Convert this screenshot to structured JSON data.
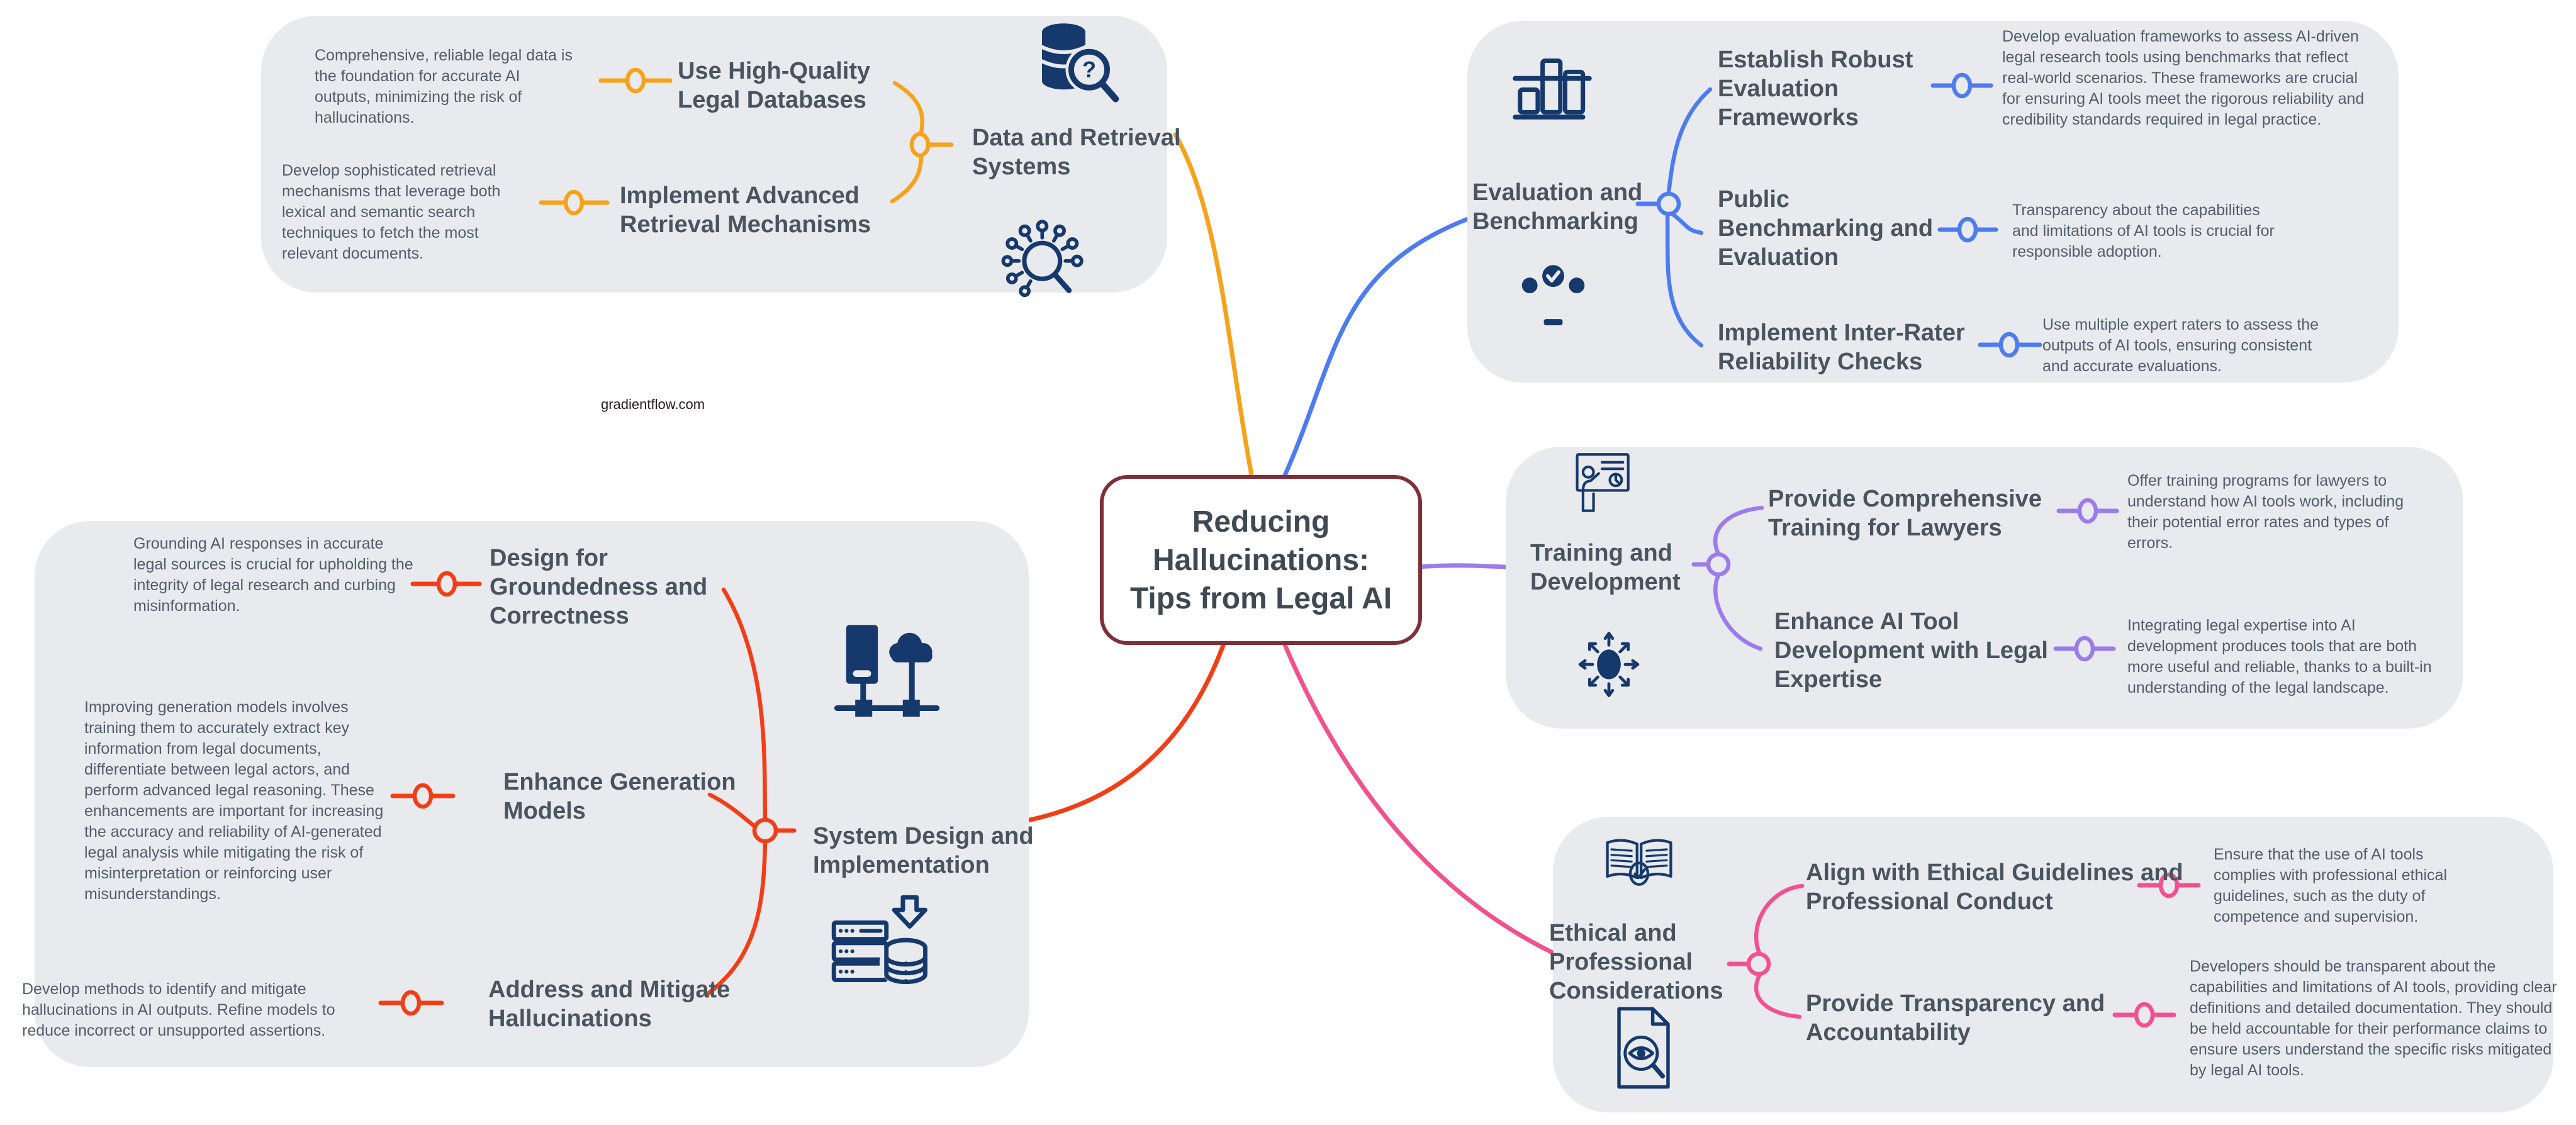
{
  "watermark": "gradientflow.com",
  "central": {
    "title": "Reducing Hallucinations: Tips from Legal AI",
    "title_lines": [
      "Reducing",
      "Hallucinations:",
      "Tips from Legal AI"
    ],
    "border_color": "#7E2F38"
  },
  "colors": {
    "card_background": "#E9EAEE",
    "icon_navy": "#16396D",
    "label_ink": "#49545F",
    "description_ink": "#535E6B"
  },
  "branches": {
    "data_retrieval": {
      "label": "Data and Retrieval Systems",
      "color": "#F5A31C",
      "icons": [
        "database-search-icon",
        "semantic-search-icon"
      ],
      "subtopics": [
        {
          "label": "Use High-Quality Legal Databases",
          "description": "Comprehensive, reliable legal data is the foundation for accurate AI outputs, minimizing the risk of hallucinations."
        },
        {
          "label": "Implement Advanced Retrieval Mechanisms",
          "description": "Develop sophisticated retrieval mechanisms that leverage both lexical and semantic search techniques to fetch the most relevant documents."
        }
      ]
    },
    "evaluation": {
      "label": "Evaluation and Benchmarking",
      "color": "#4D7CF0",
      "icons": [
        "bar-chart-icon",
        "people-check-icon"
      ],
      "subtopics": [
        {
          "label": "Establish Robust Evaluation Frameworks",
          "description": "Develop evaluation frameworks to assess AI-driven legal research tools using benchmarks that reflect real-world scenarios. These frameworks are crucial for ensuring AI tools meet the rigorous reliability and credibility standards required in legal practice."
        },
        {
          "label": "Public Benchmarking and Evaluation",
          "description": "Transparency about the capabilities and limitations of AI tools is crucial for responsible adoption."
        },
        {
          "label": "Implement Inter-Rater Reliability Checks",
          "description": "Use multiple expert raters to assess the outputs of AI tools, ensuring consistent and accurate evaluations."
        }
      ]
    },
    "training": {
      "label": "Training and Development",
      "color": "#9C7BEC",
      "icons": [
        "presentation-icon",
        "radiating-dot-icon"
      ],
      "subtopics": [
        {
          "label": "Provide Comprehensive Training for Lawyers",
          "description": "Offer training programs for lawyers to understand how AI tools work, including their potential error rates and types of errors."
        },
        {
          "label": "Enhance AI Tool Development with Legal Expertise",
          "description": "Integrating legal expertise into AI development produces tools that are both more useful and reliable, thanks to a built-in understanding of the legal landscape."
        }
      ]
    },
    "system_design": {
      "label": "System Design and Implementation",
      "color": "#F23E16",
      "icons": [
        "server-cloud-icon",
        "database-download-icon"
      ],
      "subtopics": [
        {
          "label": "Design for Groundedness and Correctness",
          "description": "Grounding AI responses in accurate legal sources is crucial for upholding the integrity of legal research and curbing misinformation."
        },
        {
          "label": "Enhance Generation Models",
          "description": "Improving generation models involves training them to accurately extract key information from legal documents, differentiate between legal actors, and perform advanced legal reasoning. These enhancements are important for increasing the accuracy and reliability of AI-generated legal analysis while mitigating the risk of misinterpretation or reinforcing user misunderstandings."
        },
        {
          "label": "Address and Mitigate Hallucinations",
          "description": "Develop methods to identify and mitigate hallucinations in AI outputs. Refine models to reduce incorrect or unsupported assertions."
        }
      ]
    },
    "ethical": {
      "label": "Ethical and Professional Considerations",
      "color": "#F2508E",
      "icons": [
        "book-check-icon",
        "document-eye-icon"
      ],
      "subtopics": [
        {
          "label": "Align with Ethical Guidelines and Professional Conduct",
          "description": "Ensure that the use of AI tools complies with professional ethical guidelines, such as the duty of competence and supervision."
        },
        {
          "label": "Provide Transparency and Accountability",
          "description": "Developers should be transparent about the capabilities and limitations of AI tools, providing clear definitions and detailed documentation. They should be held accountable for their performance claims to ensure users understand the specific risks mitigated by legal AI tools."
        }
      ]
    }
  }
}
